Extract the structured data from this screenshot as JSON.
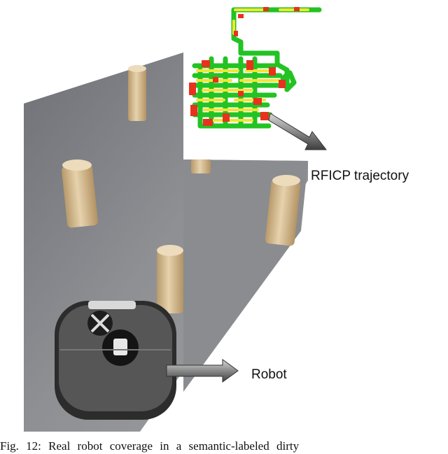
{
  "figure": {
    "trajectory_label": "RFICP trajectory",
    "robot_label": "Robot",
    "caption": "Fig. 12: Real robot coverage in a semantic-labeled dirty"
  },
  "colors": {
    "floor": "#8e9094",
    "post": "#d9c29a",
    "path_green": "#22c322",
    "path_yellow": "#f1e633",
    "path_red": "#e8321d",
    "robot_body": "#3a3a3a"
  }
}
